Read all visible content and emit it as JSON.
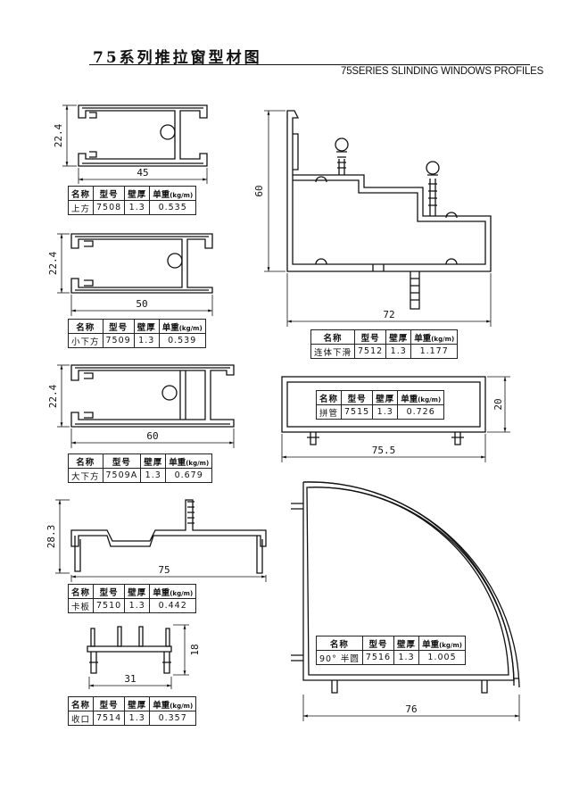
{
  "header": {
    "title_cn": "75系列推拉窗型材图",
    "title_en": "75SERIES SLINDING WINDOWS PROFILES"
  },
  "table_headers": {
    "name": "名称",
    "model": "型号",
    "wall": "壁厚",
    "weight": "单重",
    "weight_unit": "(kg/m)"
  },
  "profiles": [
    {
      "name": "上方",
      "model": "7508",
      "wall": "1.3",
      "weight": "0.535",
      "dims": [
        "22.4",
        "45"
      ]
    },
    {
      "name": "小下方",
      "model": "7509",
      "wall": "1.3",
      "weight": "0.539",
      "dims": [
        "22.4",
        "50"
      ]
    },
    {
      "name": "大下方",
      "model": "7509A",
      "wall": "1.3",
      "weight": "0.679",
      "dims": [
        "22.4",
        "60"
      ]
    },
    {
      "name": "卡板",
      "model": "7510",
      "wall": "1.3",
      "weight": "0.442",
      "dims": [
        "28.3",
        "75"
      ]
    },
    {
      "name": "收口",
      "model": "7514",
      "wall": "1.3",
      "weight": "0.357",
      "dims": [
        "18",
        "31"
      ]
    },
    {
      "name": "连体下滑",
      "model": "7512",
      "wall": "1.3",
      "weight": "1.177",
      "dims": [
        "60",
        "72"
      ]
    },
    {
      "name": "拼管",
      "model": "7515",
      "wall": "1.3",
      "weight": "0.726",
      "dims": [
        "20",
        "75.5"
      ]
    },
    {
      "name": "90° 半圆",
      "model": "7516",
      "wall": "1.3",
      "weight": "1.005",
      "dims": [
        "76"
      ]
    }
  ]
}
